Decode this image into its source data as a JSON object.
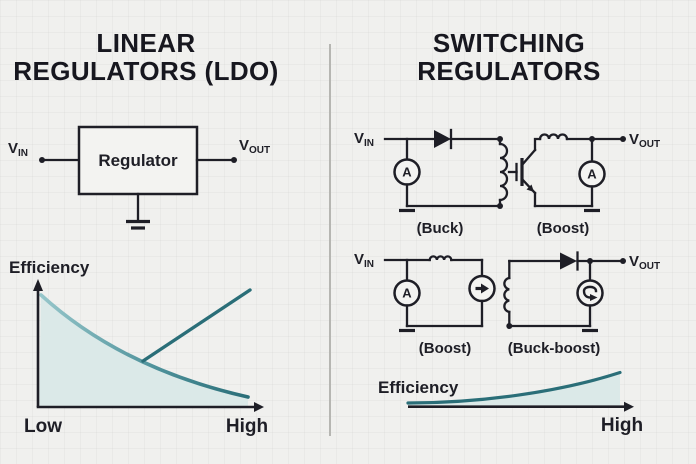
{
  "colors": {
    "background": "#f0f0ee",
    "ink": "#1e1e26",
    "teal_dark": "#2a6e78",
    "teal_light": "#96c6ca",
    "chart_fill": "#dbe9e8",
    "divider": "#b6b6b2"
  },
  "left": {
    "title_line1": "LINEAR",
    "title_line2": "REGULATORS (LDO)",
    "diagram": {
      "v": "V",
      "in_sub": "IN",
      "out_sub": "OUT",
      "block": "Regulator"
    },
    "chart": {
      "ylabel": "Efficiency",
      "x_min": "Low",
      "x_max": "High"
    }
  },
  "right": {
    "title_line1": "SWITCHING",
    "title_line2": "REGULATORS",
    "v": "V",
    "in_sub": "IN",
    "out_sub": "OUT",
    "ammeter": "A",
    "circuit_labels": {
      "buck": "(Buck)",
      "boost1": "(Boost)",
      "boost2": "(Boost)",
      "buck_boost": "(Buck-boost)"
    },
    "chart": {
      "label": "Efficiency",
      "x_max": "High"
    }
  },
  "chart_data": [
    {
      "type": "line",
      "title": "LDO efficiency vs load (qualitative)",
      "ylabel": "Efficiency",
      "x_tick_labels": [
        "Low",
        "High"
      ],
      "xlim": [
        0,
        1
      ],
      "ylim": [
        0,
        1
      ],
      "grid": false,
      "legend": "none",
      "series": [
        {
          "name": "ldo-efficiency-decreasing-curve",
          "style": "curve with teal gradient stroke and pale-teal area fill",
          "x": [
            0.0,
            0.2,
            0.4,
            0.6,
            0.8,
            1.0
          ],
          "y": [
            0.95,
            0.68,
            0.48,
            0.32,
            0.2,
            0.12
          ]
        },
        {
          "name": "rising-straight-reference-line",
          "style": "dark teal straight line branching from curve",
          "x": [
            0.5,
            1.0
          ],
          "y": [
            0.4,
            0.97
          ]
        }
      ]
    },
    {
      "type": "line",
      "title": "Switching regulator efficiency (qualitative)",
      "ylabel": "Efficiency",
      "x_tick_labels": [
        "High"
      ],
      "xlim": [
        0,
        1
      ],
      "ylim": [
        0,
        1
      ],
      "grid": false,
      "legend": "none",
      "series": [
        {
          "name": "switching-efficiency-increasing-curve",
          "style": "dark teal curve with pale-teal area fill",
          "x": [
            0.0,
            0.25,
            0.5,
            0.75,
            1.0
          ],
          "y": [
            0.05,
            0.08,
            0.25,
            0.55,
            1.0
          ]
        }
      ]
    }
  ]
}
